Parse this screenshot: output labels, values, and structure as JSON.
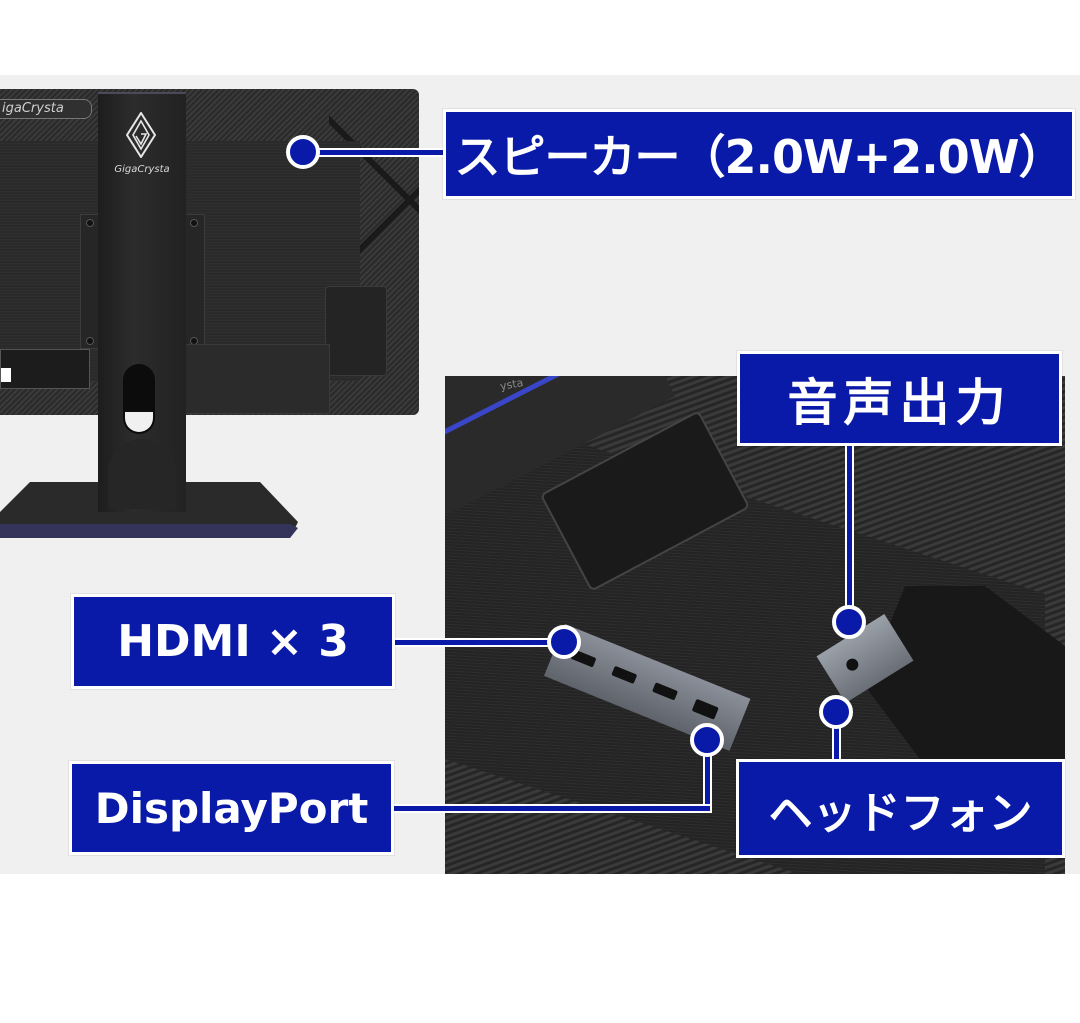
{
  "image": {
    "description": "Product feature image of a monitor rear with labeled connectors",
    "background_colors": {
      "page": "#ffffff",
      "panel": "#f0f0f0"
    },
    "accent_color": "#0a1aa8",
    "label_text_color": "#ffffff"
  },
  "brand": {
    "name": "GigaCrysta",
    "plate_text": "igaCrysta",
    "stand_text": "GigaCrysta",
    "detail_text": "ysta"
  },
  "callouts": {
    "speaker": {
      "label": "スピーカー（2.0W+2.0W）",
      "target": "rear-speaker"
    },
    "audio_out": {
      "label": "音声出力",
      "target": "audio-output-jack"
    },
    "hdmi": {
      "label": "HDMI × 3",
      "target": "hdmi-ports"
    },
    "displayport": {
      "label": "DisplayPort",
      "target": "displayport-port"
    },
    "headphone": {
      "label": "ヘッドフォン",
      "target": "headphone-jack"
    }
  },
  "icons": {
    "brand_logo": "diamond-logo-icon",
    "callout_marker": "circle-dot-icon"
  }
}
